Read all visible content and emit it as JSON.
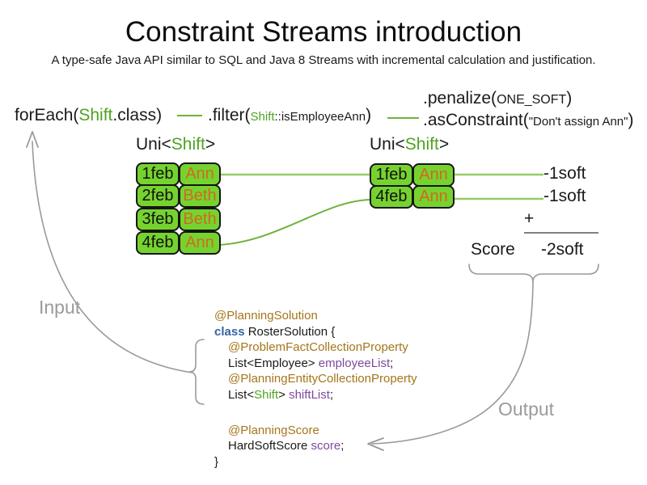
{
  "header": {
    "title": "Constraint Streams introduction",
    "subtitle": "A type-safe Java API similar to SQL and Java 8 Streams with incremental calculation and justification."
  },
  "flow": {
    "foreach_pre": "forEach(",
    "foreach_type": "Shift",
    "foreach_post": ".class)",
    "filter_pre": ".filter(",
    "filter_arg_type": "Shift",
    "filter_arg_rest": "::isEmployeeAnn",
    "filter_post": ")",
    "penalize_pre": ".penalize(",
    "penalize_arg": "ONE_SOFT",
    "penalize_post": ")",
    "asconstraint_pre": ".asConstraint(",
    "asconstraint_arg": "\"Don't assign Ann\"",
    "asconstraint_post": ")"
  },
  "streams": {
    "left": {
      "header_pre": "Uni<",
      "header_type": "Shift",
      "header_post": ">",
      "rows": [
        {
          "date": "1feb",
          "name": "Ann"
        },
        {
          "date": "2feb",
          "name": "Beth"
        },
        {
          "date": "3feb",
          "name": "Beth"
        },
        {
          "date": "4feb",
          "name": "Ann"
        }
      ]
    },
    "right": {
      "header_pre": "Uni<",
      "header_type": "Shift",
      "header_post": ">",
      "rows": [
        {
          "date": "1feb",
          "name": "Ann"
        },
        {
          "date": "4feb",
          "name": "Ann"
        }
      ]
    }
  },
  "score": {
    "penalties": [
      "-1soft",
      "-1soft"
    ],
    "plus_sign": "+",
    "label": "Score",
    "total": "-2soft"
  },
  "code": {
    "annotation_solution": "@PlanningSolution",
    "class_keyword": "class",
    "class_declaration": " RosterSolution {",
    "annotation_fact": "@ProblemFactCollectionProperty",
    "fact_type": "List<Employee> ",
    "fact_field": "employeeList",
    "fact_semicolon": ";",
    "annotation_entity": "@PlanningEntityCollectionProperty",
    "entity_type_pre": "List<",
    "entity_type_param": "Shift",
    "entity_type_post": "> ",
    "entity_field": "shiftList",
    "entity_semicolon": ";",
    "annotation_score": "@PlanningScore",
    "score_type": "HardSoftScore ",
    "score_field": "score",
    "score_semicolon": ";",
    "closing_brace": "}"
  },
  "annotations": {
    "input_label": "Input",
    "output_label": "Output"
  },
  "colors": {
    "box_fill_green": "#76d32f",
    "type_green": "#4ea321",
    "connector_green_light": "#96cb66",
    "connector_green": "#6fb23c",
    "name_orange": "#cd6b21",
    "annotation_gold": "#a5761b",
    "keyword_blue": "#3465a4",
    "field_purple": "#7d4a9e",
    "muted_gray": "#9b9b9b"
  }
}
